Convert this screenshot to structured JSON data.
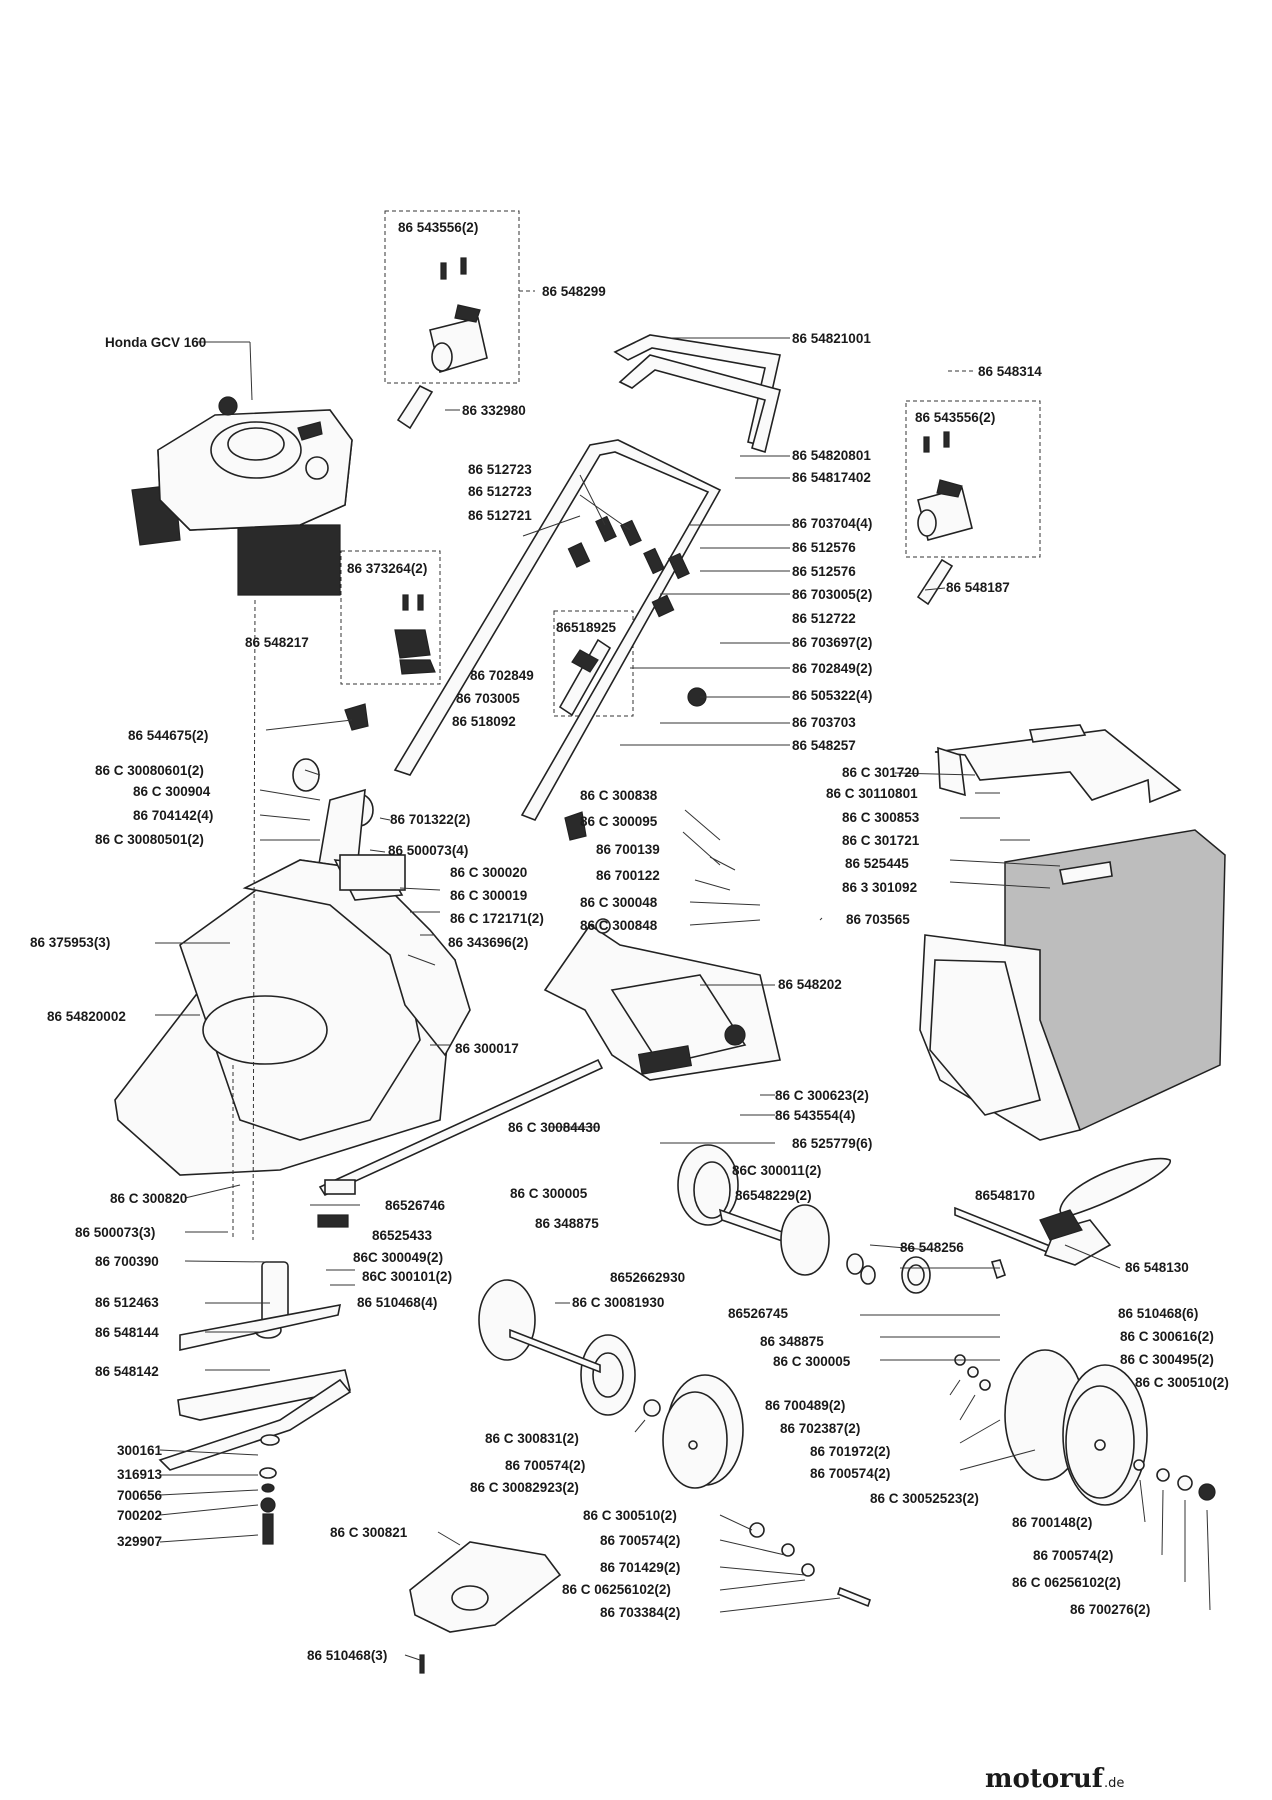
{
  "diagram": {
    "engine_label": "Honda GCV 160",
    "labels": {
      "l01": "86 543556(2)",
      "l02": "86 548299",
      "l03": "86 54821001",
      "l04": "86 332980",
      "l05": "86 548314",
      "l06": "86 543556(2)",
      "l07": "86 54820801",
      "l08": "86 54817402",
      "l09": "86 512723",
      "l10": "86 512723",
      "l11": "86 512721",
      "l12": "86 703704(4)",
      "l13": "86 512576",
      "l14": "86 512576",
      "l15": "86 703005(2)",
      "l16": "86 512722",
      "l17": "86 373264(2)",
      "l18": "86 548187",
      "l19": "86 548217",
      "l20": "86518925",
      "l21": "86 703697(2)",
      "l22": "86 702849(2)",
      "l23": "86 702849",
      "l24": "86 703005",
      "l25": "86 518092",
      "l26": "86 505322(4)",
      "l27": "86 703703",
      "l28": "86 548257",
      "l29": "86 544675(2)",
      "l30": "86 C 30080601(2)",
      "l31": "86 C 300904",
      "l32": "86 704142(4)",
      "l33": "86 C 30080501(2)",
      "l34": "86 701322(2)",
      "l35": "86 500073(4)",
      "l36": "86 C 301720",
      "l37": "86 C 30110801",
      "l38": "86 C 300853",
      "l39": "86 C 301721",
      "l40": "86 525445",
      "l41": "86 3 301092",
      "l42": "86 C 300838",
      "l43": "86 C 300095",
      "l44": "86 700139",
      "l45": "86 700122",
      "l46": "86 C 300048",
      "l47": "86 C 300848",
      "l48": "86 703565",
      "l49": "86 C 300020",
      "l50": "86 C 300019",
      "l51": "86 C 172171(2)",
      "l52": "86 343696(2)",
      "l53": "86 375953(3)",
      "l54": "86 54820002",
      "l55": "86 548202",
      "l56": "86 300017",
      "l57": "86 C 300623(2)",
      "l58": "86 543554(4)",
      "l59": "86 C 30084430",
      "l60": "86 525779(6)",
      "l61": "86 C 300005",
      "l62": "86C 300011(2)",
      "l63": "86 348875",
      "l64": "86548229(2)",
      "l65": "86548170",
      "l66": "86 C 300820",
      "l67": "86526746",
      "l68": "86525433",
      "l69": "86 500073(3)",
      "l70": "86 700390",
      "l71": "86C 300049(2)",
      "l72": "86C 300101(2)",
      "l73": "8652662930",
      "l74": "86 548256",
      "l75": "86 548130",
      "l76": "86 510468(4)",
      "l77": "86 512463",
      "l78": "86 C 30081930",
      "l79": "86526745",
      "l80": "86 510468(6)",
      "l81": "86 548144",
      "l82": "86 C 300616(2)",
      "l83": "86 348875",
      "l84": "86 C 300495(2)",
      "l85": "86 C 300005",
      "l86": "86 548142",
      "l87": "86 C 300510(2)",
      "l88": "86 700489(2)",
      "l89": "86 702387(2)",
      "l90": "300161",
      "l91": "86 C 300831(2)",
      "l92": "86 701972(2)",
      "l93": "316913",
      "l94": "86 700574(2)",
      "l95": "86 700574(2)",
      "l96": "700656",
      "l97": "86 C 30082923(2)",
      "l98": "700202",
      "l99": "86 C 30052523(2)",
      "l100": "86 C 300510(2)",
      "l101": "329907",
      "l102": "86 700574(2)",
      "l103": "86 700148(2)",
      "l104": "86 C 300821",
      "l105": "86 701429(2)",
      "l106": "86 700574(2)",
      "l107": "86 C 06256102(2)",
      "l108": "86 C 06256102(2)",
      "l109": "86 703384(2)",
      "l110": "86 700276(2)",
      "l111": "86 510468(3)"
    }
  },
  "watermark": {
    "brand": "motoruf",
    "tld": ".de"
  }
}
